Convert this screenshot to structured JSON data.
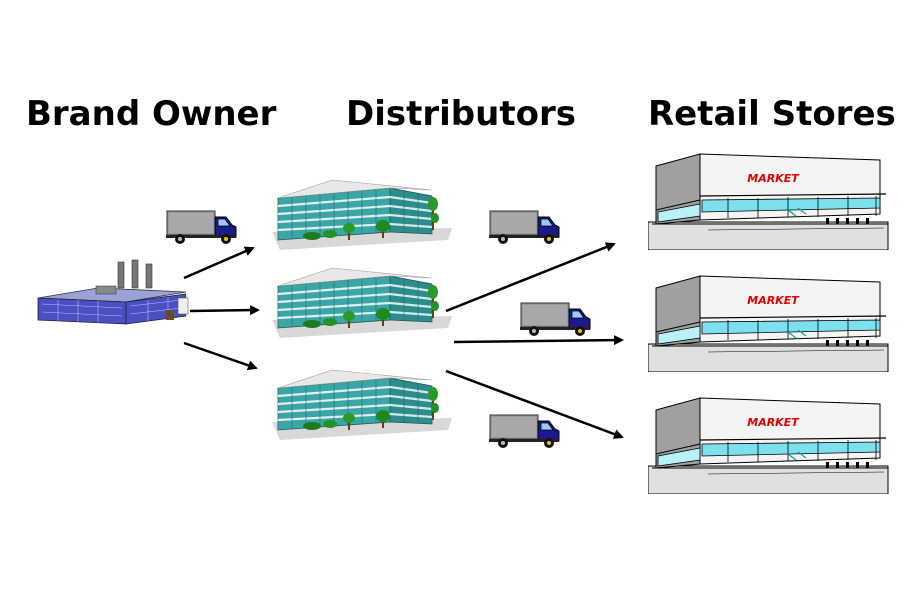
{
  "headings": {
    "brand_owner": "Brand Owner",
    "distributors": "Distributors",
    "retail_stores": "Retail Stores"
  },
  "store_sign": "MARKET",
  "icons": {
    "factory": "factory-icon",
    "truck": "truck-icon",
    "office": "office-building-icon",
    "store": "market-store-icon"
  },
  "colors": {
    "truck_cab": "#1a1a8c",
    "truck_wheel_hub": "#f0c000",
    "glass": "#7de0ee",
    "store_sign": "#e00000",
    "factory_roof": "#4b4fc4"
  }
}
